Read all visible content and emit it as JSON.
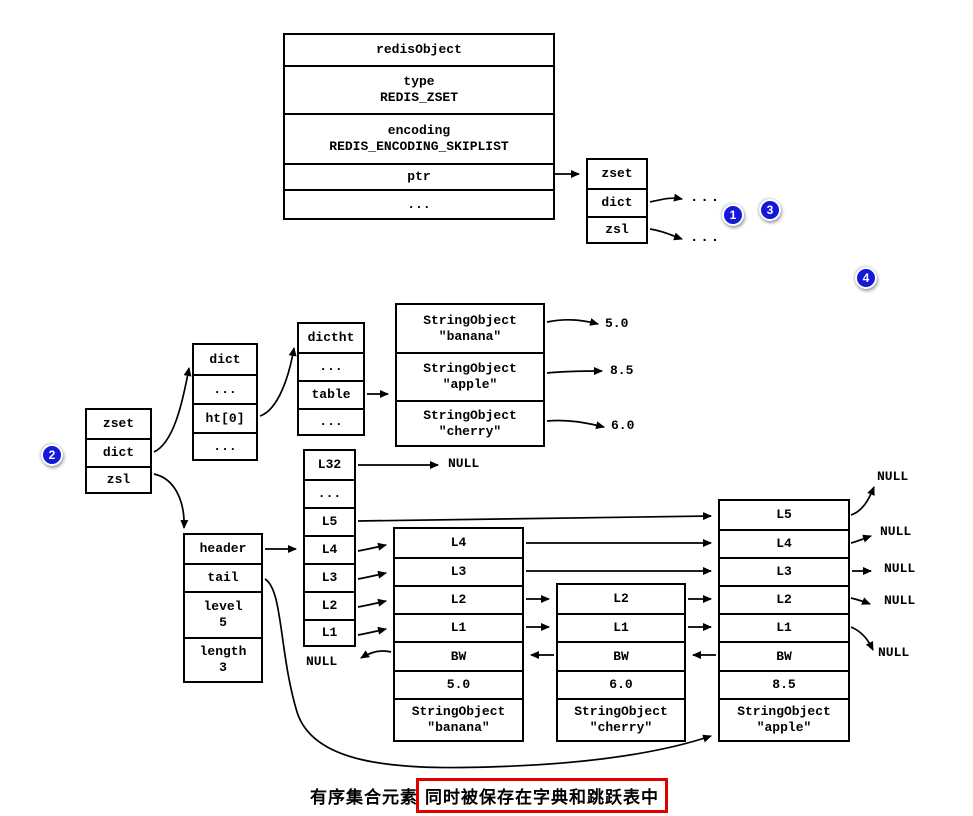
{
  "badges": {
    "b1": "1",
    "b2": "2",
    "b3": "3",
    "b4": "4"
  },
  "colors": {
    "badge_blue": "#1418d8",
    "highlight_red": "#e00000",
    "line_black": "#000000"
  },
  "redis_object": {
    "title": "redisObject",
    "type_label": "type",
    "type_value": "REDIS_ZSET",
    "encoding_label": "encoding",
    "encoding_value": "REDIS_ENCODING_SKIPLIST",
    "ptr_label": "ptr",
    "ellipsis": "..."
  },
  "zset_top": {
    "rows": [
      "zset",
      "dict",
      "zsl"
    ],
    "dict_ellipsis": "...",
    "zsl_ellipsis": "..."
  },
  "zset_mid": {
    "rows": [
      "zset",
      "dict",
      "zsl"
    ]
  },
  "dict_struct": {
    "rows": [
      "dict",
      "...",
      "ht[0]",
      "..."
    ]
  },
  "dictht_struct": {
    "rows": [
      "dictht",
      "...",
      "table",
      "..."
    ]
  },
  "member_table": {
    "rows": [
      {
        "type": "StringObject",
        "value": "\"banana\"",
        "score": "5.0"
      },
      {
        "type": "StringObject",
        "value": "\"apple\"",
        "score": "8.5"
      },
      {
        "type": "StringObject",
        "value": "\"cherry\"",
        "score": "6.0"
      }
    ]
  },
  "level_column": {
    "rows": [
      "L32",
      "...",
      "L5",
      "L4",
      "L3",
      "L2",
      "L1"
    ],
    "l32_null": "NULL",
    "bw_null": "NULL"
  },
  "skiplist_struct": {
    "header": "header",
    "tail": "tail",
    "level_label": "level",
    "level_value": "5",
    "length_label": "length",
    "length_value": "3"
  },
  "nodes": {
    "banana": {
      "levels": [
        "L4",
        "L3",
        "L2",
        "L1"
      ],
      "bw": "BW",
      "score": "5.0",
      "obj_type": "StringObject",
      "obj_value": "\"banana\""
    },
    "cherry": {
      "levels": [
        "L2",
        "L1"
      ],
      "bw": "BW",
      "score": "6.0",
      "obj_type": "StringObject",
      "obj_value": "\"cherry\""
    },
    "apple": {
      "levels": [
        "L5",
        "L4",
        "L3",
        "L2",
        "L1"
      ],
      "bw": "BW",
      "score": "8.5",
      "obj_type": "StringObject",
      "obj_value": "\"apple\""
    }
  },
  "right_nulls": [
    "NULL",
    "NULL",
    "NULL",
    "NULL",
    "NULL"
  ],
  "caption": {
    "prefix": "有序集合元素",
    "highlighted": "同时被保存在字典和跳跃表中"
  }
}
